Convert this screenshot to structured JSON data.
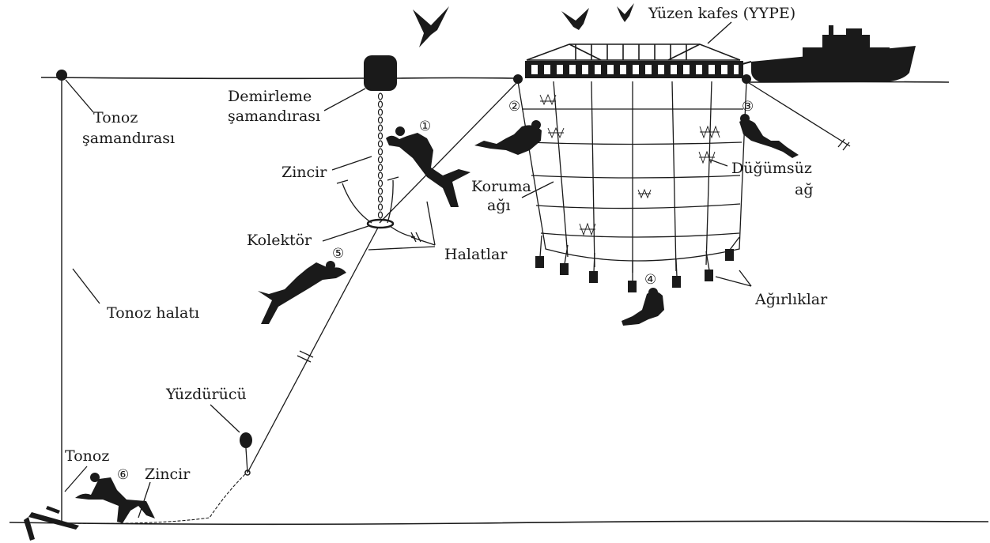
{
  "diagram": {
    "labels": {
      "floating_cage": "Yüzen kafes (YYPE)",
      "tonoz_buoy_line1": "Tonoz",
      "tonoz_buoy_line2": "şamandırası",
      "mooring_buoy_line1": "Demirleme",
      "mooring_buoy_line2": "şamandırası",
      "chain_upper": "Zincir",
      "collector": "Kolektör",
      "ropes": "Halatlar",
      "protection_net_line1": "Koruma",
      "protection_net_line2": "ağı",
      "knotless_net_line1": "Düğümsüz",
      "knotless_net_line2": "ağ",
      "weights": "Ağırlıklar",
      "tonoz_rope": "Tonoz halatı",
      "float": "Yüzdürücü",
      "tonoz_anchor": "Tonoz",
      "chain_lower": "Zincir"
    },
    "diver_numbers": [
      "①",
      "②",
      "③",
      "④",
      "⑤",
      "⑥"
    ],
    "colors": {
      "ink": "#1a1a1a",
      "background": "#ffffff"
    },
    "icons": [
      "bird-icon",
      "boat-icon",
      "diver-icon",
      "anchor-icon",
      "buoy-icon",
      "net-patch-icon"
    ]
  }
}
